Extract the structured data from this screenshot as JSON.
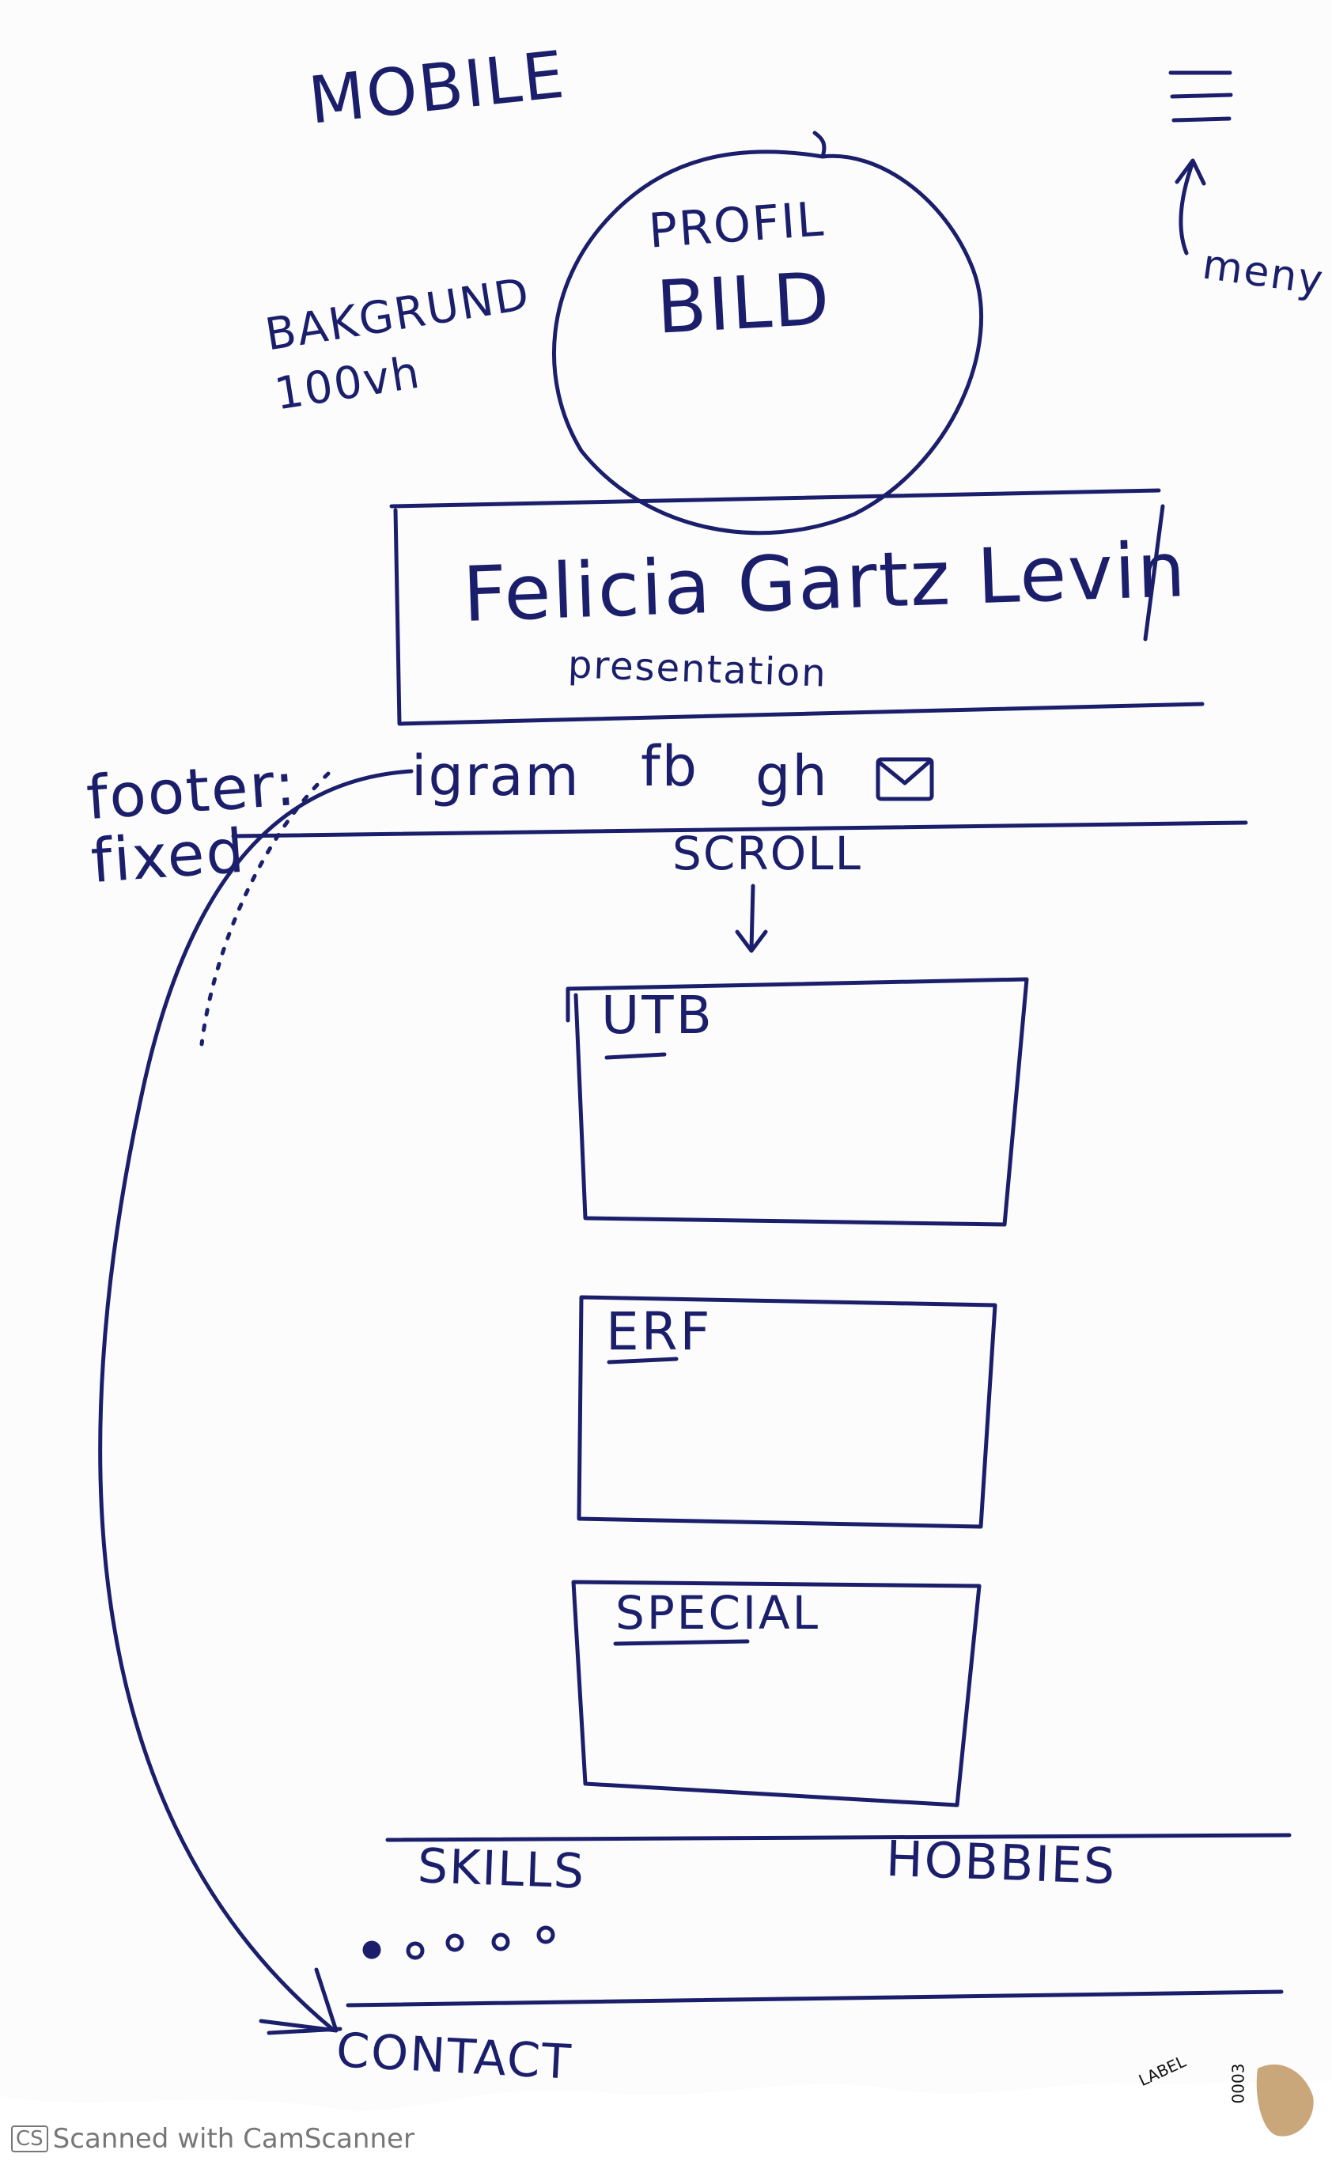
{
  "sketch": {
    "title": "MOBILE",
    "background_note": [
      "BAKGRUND",
      "100vh"
    ],
    "profile_picture": [
      "PROFIL",
      "BILD"
    ],
    "menu_note": "meny",
    "name": "Felicia Gartz Levin",
    "presentation": "presentation",
    "footer_note": [
      "footer:",
      "fixed"
    ],
    "social_links": [
      "igram",
      "fb",
      "gh"
    ],
    "mail_icon": "envelope-icon",
    "menu_icon": "hamburger-menu-icon",
    "scroll_note": "SCROLL",
    "sections": [
      "UTB",
      "ERF",
      "SPECIAL"
    ],
    "skills_label": "SKILLS",
    "hobbies_label": "HOBBIES",
    "contact_label": "CONTACT",
    "scanner_watermark": "Scanned with CamScanner",
    "scanner_badge": "CS",
    "sticker_text": [
      "LABEL",
      "0003"
    ]
  },
  "colors": {
    "ink": "#1b1f6b",
    "paper": "#fcfcfc",
    "watermark": "#777777"
  }
}
